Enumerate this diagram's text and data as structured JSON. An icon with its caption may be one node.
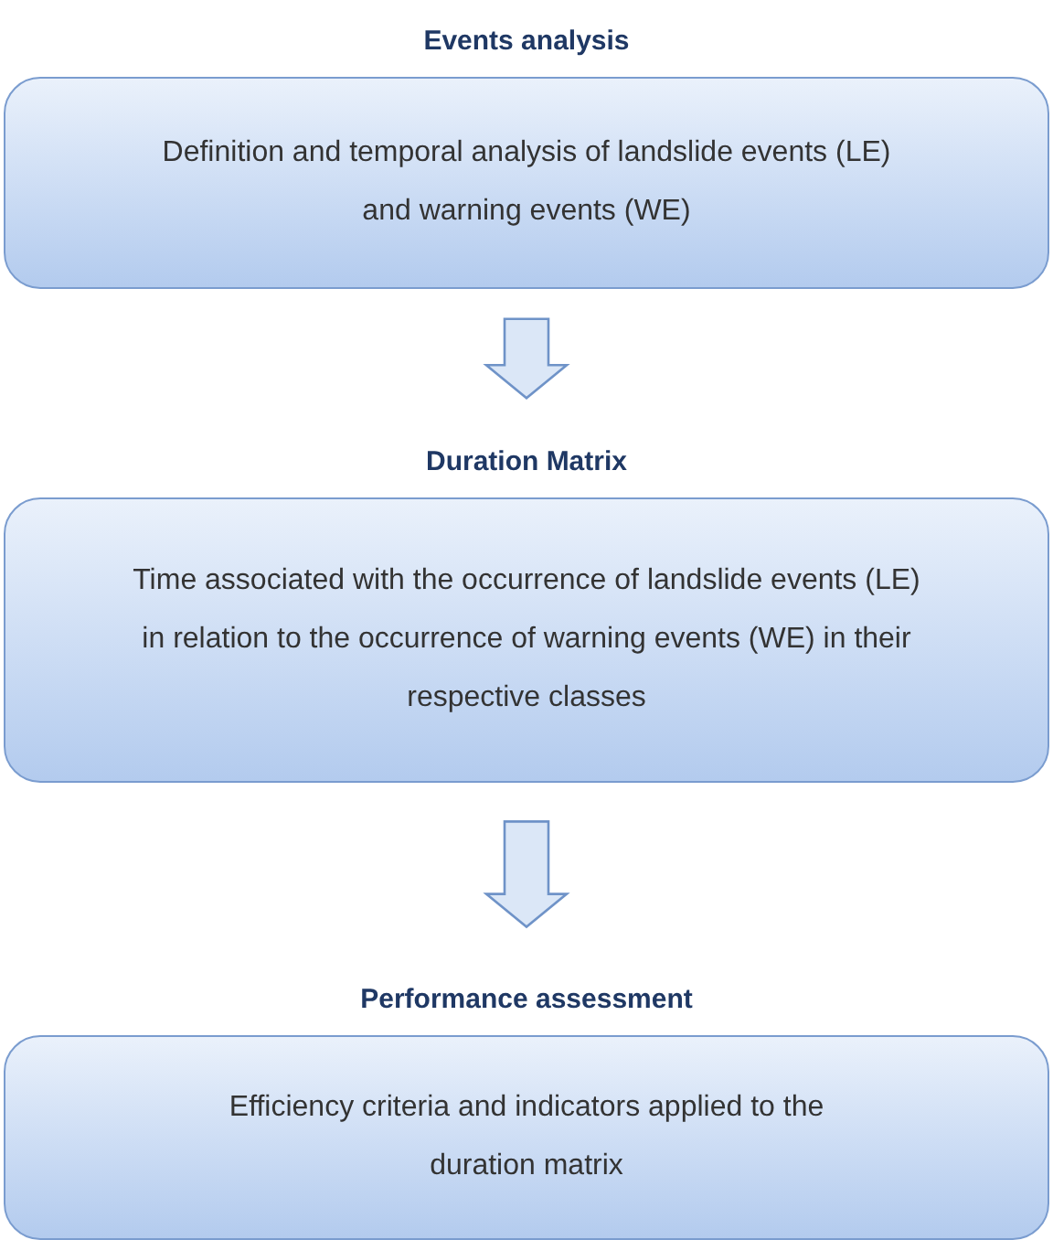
{
  "diagram": {
    "nodes": [
      {
        "text": [
          "Events analysis",
          "Definition and temporal analysis of landslide events (LE) and warning events (WE)"
        ]
      },
      {
        "text": [
          "Duration Matrix",
          "Time associated with the occurrence of landslide events (LE) in relation to the occurrence of warning events (WE) in their respective classes"
        ]
      },
      {
        "text": [
          "Performance assessment",
          "Efficiency criteria and indicators applied to the duration matrix"
        ]
      }
    ],
    "edges": [
      {
        "from": 0,
        "to": 1,
        "arrow": "to"
      },
      {
        "from": 1,
        "to": 2,
        "arrow": "to"
      }
    ]
  }
}
